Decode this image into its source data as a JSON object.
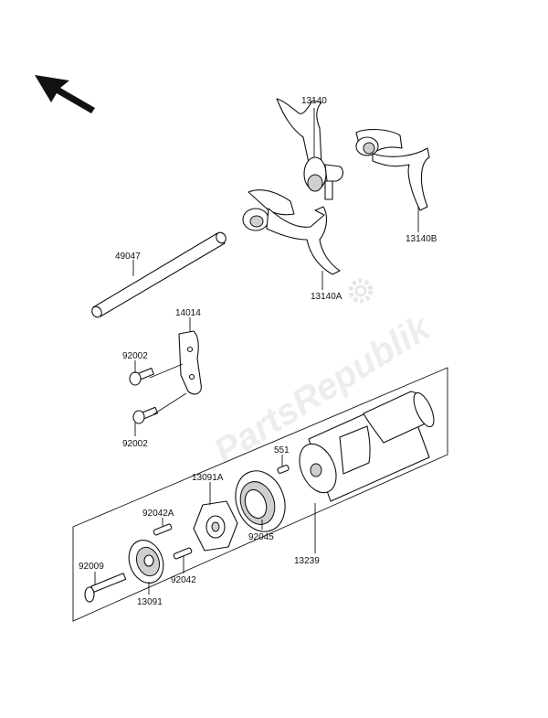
{
  "watermark": "PartsRepublik",
  "icons": {
    "direction_arrow": "arrow-up-left-icon",
    "watermark_gear": "gear-icon"
  },
  "labels": {
    "p13140": "13140",
    "p13140B": "13140B",
    "p13140A": "13140A",
    "p49047": "49047",
    "p14014": "14014",
    "p92002_top": "92002",
    "p92002_bottom": "92002",
    "p551": "551",
    "p13091A": "13091A",
    "p92042A": "92042A",
    "p92045": "92045",
    "p13239": "13239",
    "p92009": "92009",
    "p92042": "92042",
    "p13091": "13091"
  }
}
